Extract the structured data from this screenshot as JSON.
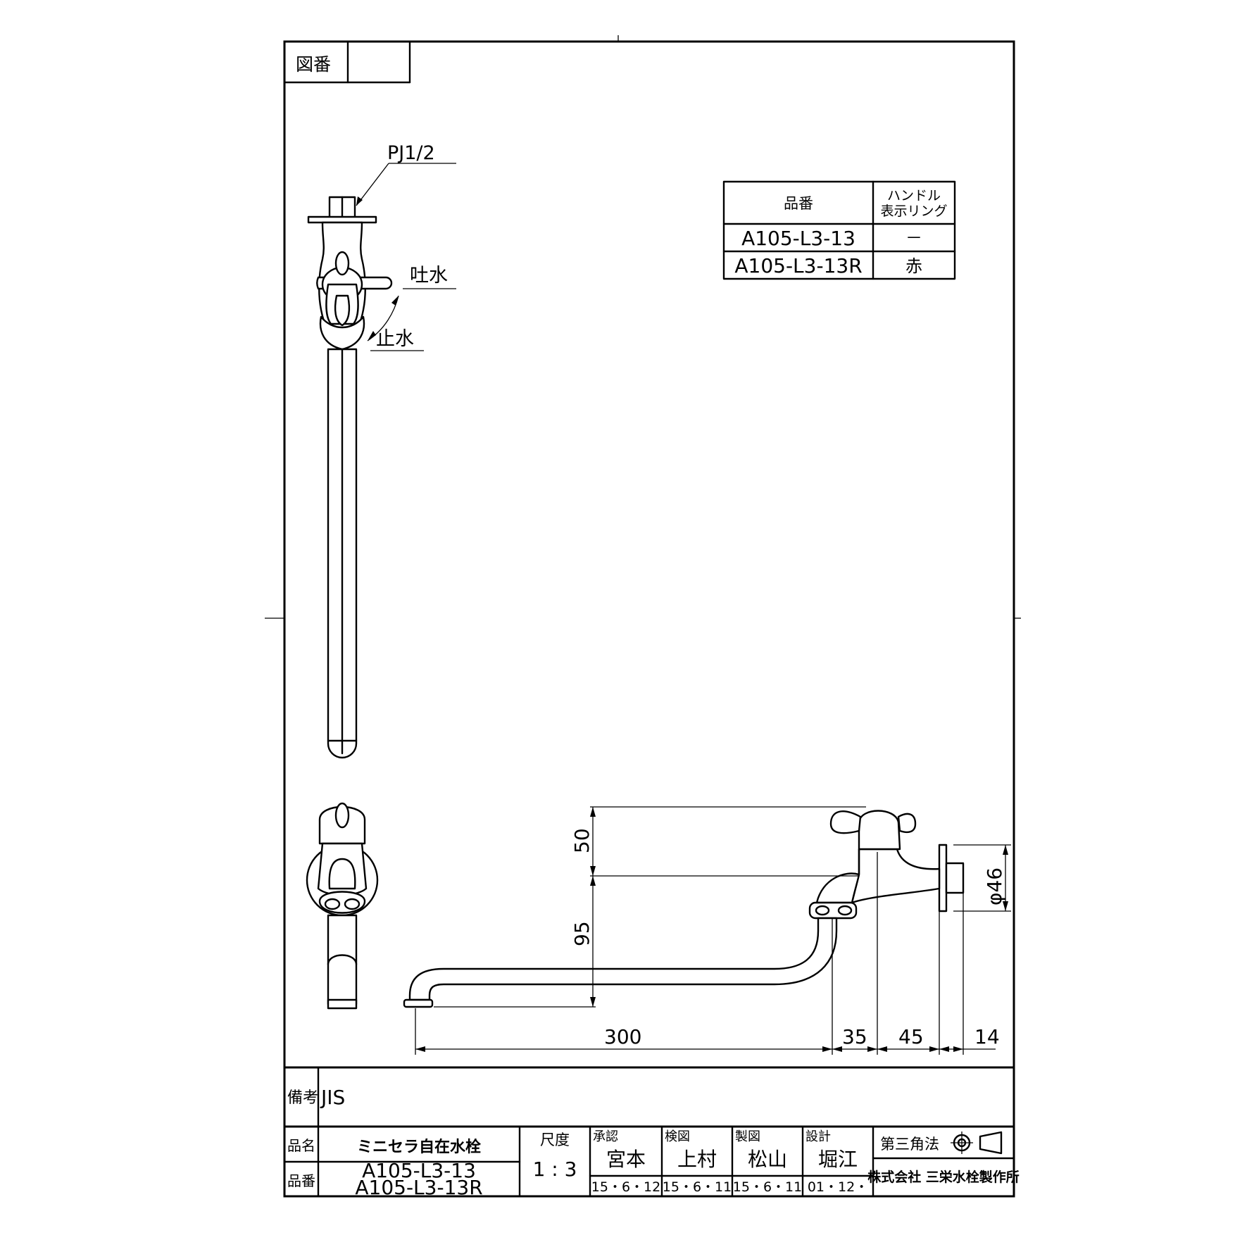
{
  "drawing_number": {
    "label": "図番",
    "value": ""
  },
  "callouts": {
    "thread": "PJ1/2",
    "open": "吐水",
    "close": "止水"
  },
  "variants_table": {
    "headers": [
      "品番",
      "ハンドル",
      "表示リング"
    ],
    "rows": [
      {
        "part": "A105-L3-13",
        "ring": "－"
      },
      {
        "part": "A105-L3-13R",
        "ring": "赤"
      }
    ]
  },
  "dimensions": {
    "height_upper": "50",
    "height_lower": "95",
    "spout_length": "300",
    "offset_a": "35",
    "offset_b": "45",
    "offset_c": "14",
    "flange_diameter": "φ46"
  },
  "remarks": {
    "label": "備考",
    "value": "JIS"
  },
  "title_block": {
    "name_label": "品名",
    "name_value": "ミニセラ自在水栓",
    "number_label": "品番",
    "number_values": [
      "A105-L3-13",
      "A105-L3-13R"
    ],
    "scale_label": "尺度",
    "scale_value": "1 : 3",
    "approvals": [
      {
        "role": "承認",
        "name": "宮本",
        "date": "15・6・12"
      },
      {
        "role": "検図",
        "name": "上村",
        "date": "15・6・11"
      },
      {
        "role": "製図",
        "name": "松山",
        "date": "15・6・11"
      },
      {
        "role": "設計",
        "name": "堀江",
        "date": "01・12・"
      }
    ],
    "projection": "第三角法",
    "company": "株式会社 三栄水栓製作所"
  }
}
